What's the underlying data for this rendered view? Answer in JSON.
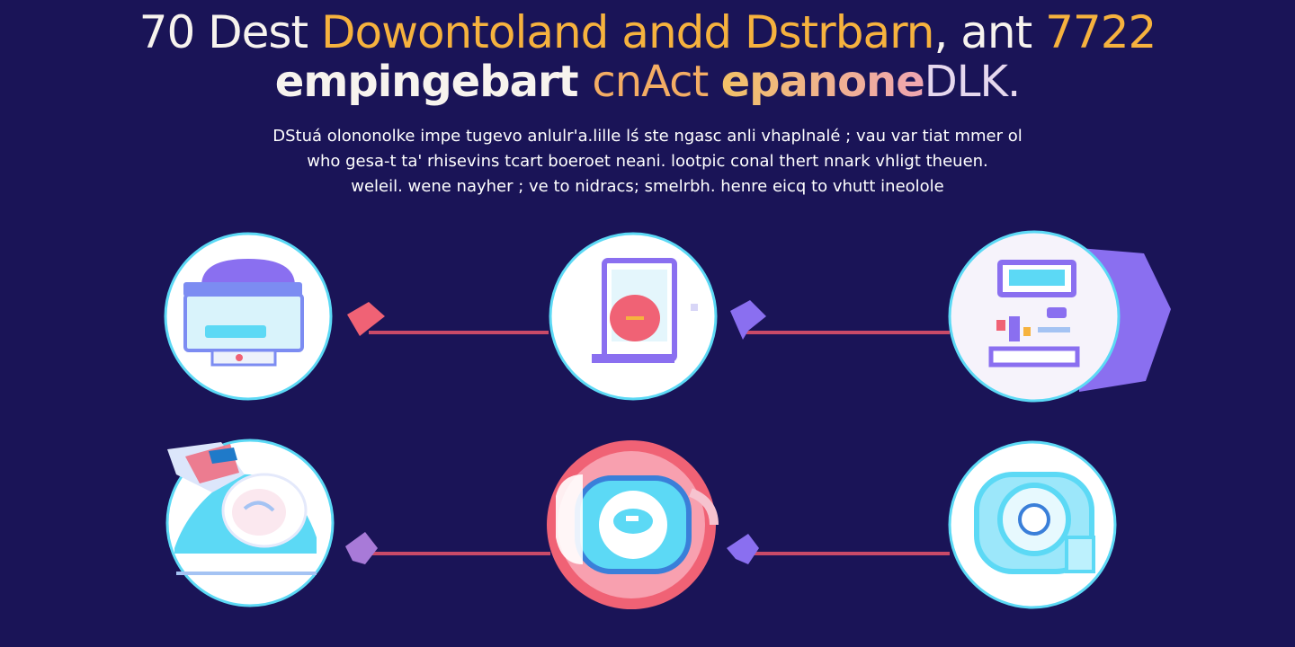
{
  "headline": {
    "line1": {
      "prefix": "70 Dest ",
      "highlight": "Dowontoland andd Dstrbarn",
      "middle": ", ant ",
      "suffix": "7722"
    },
    "line2": {
      "part1": "empingebart ",
      "part2": "cnAct ",
      "part3": "epanone",
      "part4": "DLK."
    }
  },
  "description": {
    "line1": "DStuá olononolke impe tugevo anlulr'a.lille lś ste ngasc anli vhaplnalé ; vau var tiat mmer ol",
    "line2": "who gesa-t ta'  rhisevins  tcart  boeroet neani.  lootpic  conal thert  nnark vhligt  theuen.",
    "line3": "weleil. wene          nayher ;    ve to nidracs;     smelrbh.         henre eicq to vhutt ineolole"
  },
  "steps": [
    {
      "name": "computer-monitor-icon"
    },
    {
      "name": "tablet-document-icon"
    },
    {
      "name": "desktop-workstation-icon"
    },
    {
      "name": "cloud-download-icon"
    },
    {
      "name": "camera-sync-icon"
    },
    {
      "name": "disc-drive-icon"
    }
  ],
  "colors": {
    "background": "#1a1457",
    "accent_orange": "#f6b23e",
    "accent_purple": "#8a6ff0",
    "accent_cyan": "#5cd9f5",
    "accent_red": "#f06275",
    "connector": "#c94a68"
  }
}
